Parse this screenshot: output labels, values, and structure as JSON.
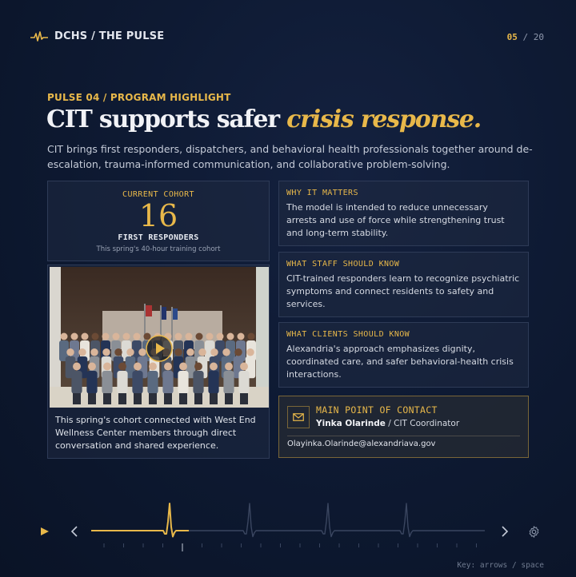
{
  "header": {
    "brand": "DCHS / THE PULSE",
    "page_current": "05",
    "page_sep": " / ",
    "page_total": "20"
  },
  "slide": {
    "eyebrow": "PULSE 04 / PROGRAM HIGHLIGHT",
    "headline_plain": "CIT supports safer ",
    "headline_accent": "crisis response.",
    "lede": "CIT brings first responders, dispatchers, and behavioral health professionals together around de-escalation, trauma-informed communication, and collaborative problem-solving."
  },
  "stat": {
    "label": "CURRENT COHORT",
    "value": "16",
    "unit": "FIRST RESPONDERS",
    "sub": "This spring's 40-hour training cohort"
  },
  "photo": {
    "caption": "This spring's cohort connected with West End Wellness Center members through direct conversation and shared experience."
  },
  "info_cards": [
    {
      "title": "WHY IT MATTERS",
      "body": "The model is intended to reduce unnecessary arrests and use of force while strengthening trust and long-term stability."
    },
    {
      "title": "WHAT STAFF SHOULD KNOW",
      "body": "CIT-trained responders learn to recognize psychiatric symptoms and connect residents to safety and services."
    },
    {
      "title": "WHAT CLIENTS SHOULD KNOW",
      "body": "Alexandria's approach emphasizes dignity, coordinated care, and safer behavioral-health crisis interactions."
    }
  ],
  "contact": {
    "title": "MAIN POINT OF CONTACT",
    "name": "Yinka Olarinde",
    "sep": " / ",
    "role": "CIT Coordinator",
    "email": "Olayinka.Olarinde@alexandriava.gov"
  },
  "nav": {
    "progress": 0.25,
    "key_hint": "Key: arrows / space"
  },
  "colors": {
    "accent": "#e8b84a",
    "background": "#0e1a33"
  }
}
